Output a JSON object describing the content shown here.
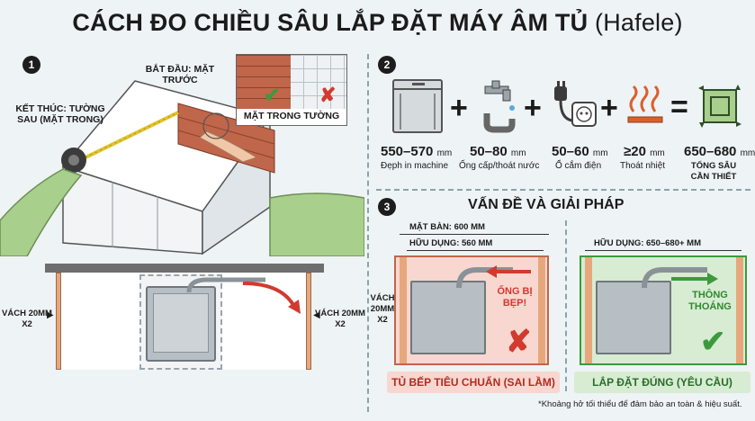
{
  "title": {
    "main": "CÁCH ĐO CHIỀU SÂU LẮP ĐẶT MÁY ÂM TỦ",
    "brand": "(Hafele)"
  },
  "step1": {
    "badge": "1",
    "end_label": "KẾT THÚC: TƯỜNG SAU (MẶT TRONG)",
    "start_label": "BẮT ĐẦU: MẶT TRƯỚC",
    "inset_label": "MẶT TRONG TƯỜNG",
    "wall_left": "VÁCH 20mm x2",
    "wall_right": "VÁCH 20mm x2"
  },
  "step2": {
    "badge": "2",
    "items": [
      {
        "icon": "dishwasher-icon",
        "value": "550–570",
        "unit": "mm",
        "caption": "Đẹph in machine"
      },
      {
        "icon": "faucet-pipe-icon",
        "value": "50–80",
        "unit": "mm",
        "caption": "Ống cấp/thoát nước"
      },
      {
        "icon": "plug-socket-icon",
        "value": "50–60",
        "unit": "mm",
        "caption": "Ổ cắm điện"
      },
      {
        "icon": "heat-icon",
        "value": "≥20",
        "unit": "mm",
        "caption": "Thoát nhiệt"
      },
      {
        "icon": "total-depth-icon",
        "value": "650–680",
        "unit": "mm",
        "caption": "TỔNG SÂU CẦN THIẾT"
      }
    ],
    "operators": [
      "+",
      "+",
      "+",
      "="
    ]
  },
  "step3": {
    "badge": "3",
    "heading": "VẤN ĐỀ VÀ GIẢI PHÁP",
    "wrong": {
      "top_dim": "MẶT BÀN: 600 mm",
      "usable_dim": "HỮU DỤNG: 560 mm",
      "side_label": "VÁCH 20mm x2",
      "warning": "ỐNG BỊ BẸP!",
      "caption": "TỦ BẾP TIÊU CHUẨN (SAI LẦM)"
    },
    "right": {
      "usable_dim": "HỮU DỤNG: 650–680+ mm",
      "note": "THÔNG THOÁNG",
      "caption": "LẮP ĐẶT ĐÚNG (YÊU CẦU)"
    },
    "footnote": "*Khoảng hở tối thiểu để đảm bảo an toàn & hiệu suất."
  },
  "colors": {
    "brick": "#c0664a",
    "wood": "#e7a77c",
    "red": "#d23a2f",
    "green": "#3c9a3c",
    "panel_red": "#f7d7cf",
    "panel_green": "#d7ecd3",
    "steel": "#9aa4ab"
  }
}
